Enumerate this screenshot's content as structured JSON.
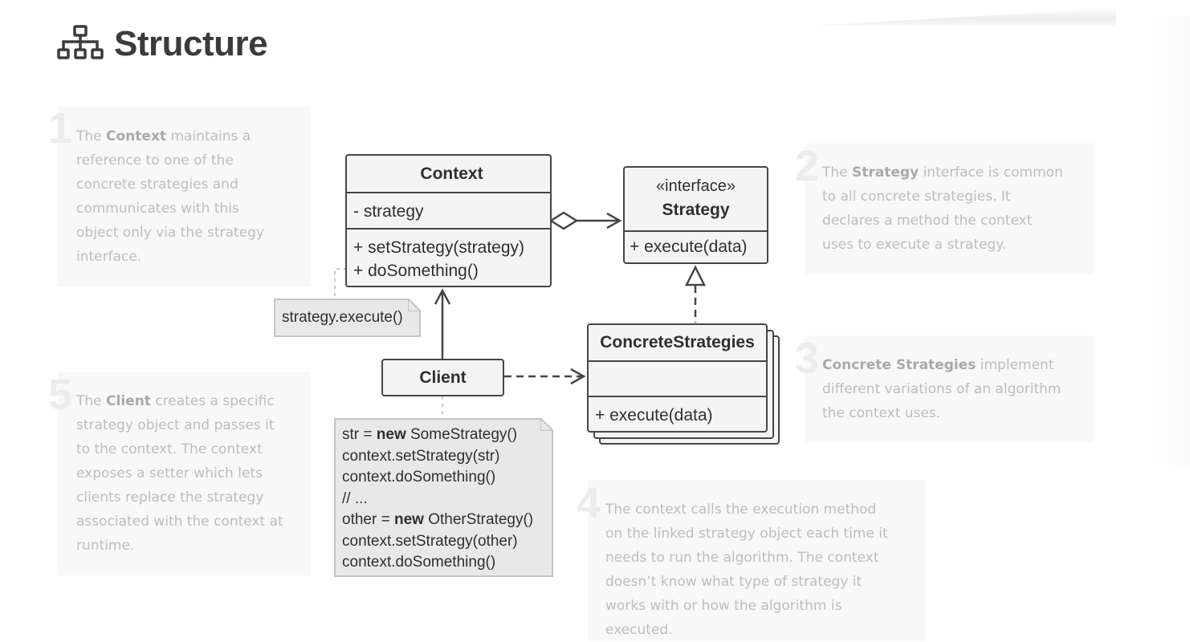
{
  "header": {
    "title": "Structure",
    "icon": "sitemap-icon"
  },
  "notes": [
    {
      "number": "1",
      "parts": [
        [
          "The ",
          false
        ],
        [
          "Context",
          true
        ],
        [
          " maintains a reference to one of the concrete strategies and communicates with this object only via the strategy interface.",
          false
        ]
      ],
      "lines": [
        "The |Context| maintains a",
        "reference to one of the",
        "concrete strategies and",
        "communicates with this",
        "object only via the strategy",
        "interface."
      ]
    },
    {
      "number": "2",
      "lines": [
        "The |Strategy| interface is common",
        "to all concrete strategies. It",
        "declares a method the context",
        "uses to execute a strategy."
      ]
    },
    {
      "number": "3",
      "lines": [
        "|Concrete Strategies| implement",
        "different variations of an algorithm",
        "the context uses."
      ]
    },
    {
      "number": "4",
      "lines": [
        "The context calls the execution method",
        "on the linked strategy object each time it",
        "needs to run the algorithm. The context",
        "doesn’t know what type of strategy it",
        "works with or how the algorithm is",
        "executed."
      ]
    },
    {
      "number": "5",
      "lines": [
        "The |Client| creates a specific",
        "strategy object and passes it",
        "to the context. The context",
        "exposes a setter which lets",
        "clients replace the strategy",
        "associated with the context at",
        "runtime."
      ]
    }
  ],
  "classes": {
    "context": {
      "name": "Context",
      "field": "- strategy",
      "methods": [
        "+ setStrategy(strategy)",
        "+ doSomething()"
      ]
    },
    "strategy": {
      "stereotype": "«interface»",
      "name": "Strategy",
      "method": "+ execute(data)"
    },
    "concrete": {
      "name": "ConcreteStrategies",
      "method": "+ execute(data)"
    },
    "client": {
      "name": "Client"
    }
  },
  "code_notes": {
    "context_note": "strategy.execute()",
    "client_note": [
      [
        [
          "str = ",
          false
        ],
        [
          "new",
          true
        ],
        [
          " SomeStrategy()",
          false
        ]
      ],
      [
        [
          "context.setStrategy(str)",
          false
        ]
      ],
      [
        [
          "context.doSomething()",
          false
        ]
      ],
      [
        [
          "// ...",
          false
        ]
      ],
      [
        [
          "other = ",
          false
        ],
        [
          "new",
          true
        ],
        [
          " OtherStrategy()",
          false
        ]
      ],
      [
        [
          "context.setStrategy(other)",
          false
        ]
      ],
      [
        [
          "context.doSomething()",
          false
        ]
      ]
    ]
  },
  "colors": {
    "line": "#464646",
    "box_fill": "#f4f4f4",
    "note_text": "#bdbdbd",
    "note_number": "#ececec"
  }
}
